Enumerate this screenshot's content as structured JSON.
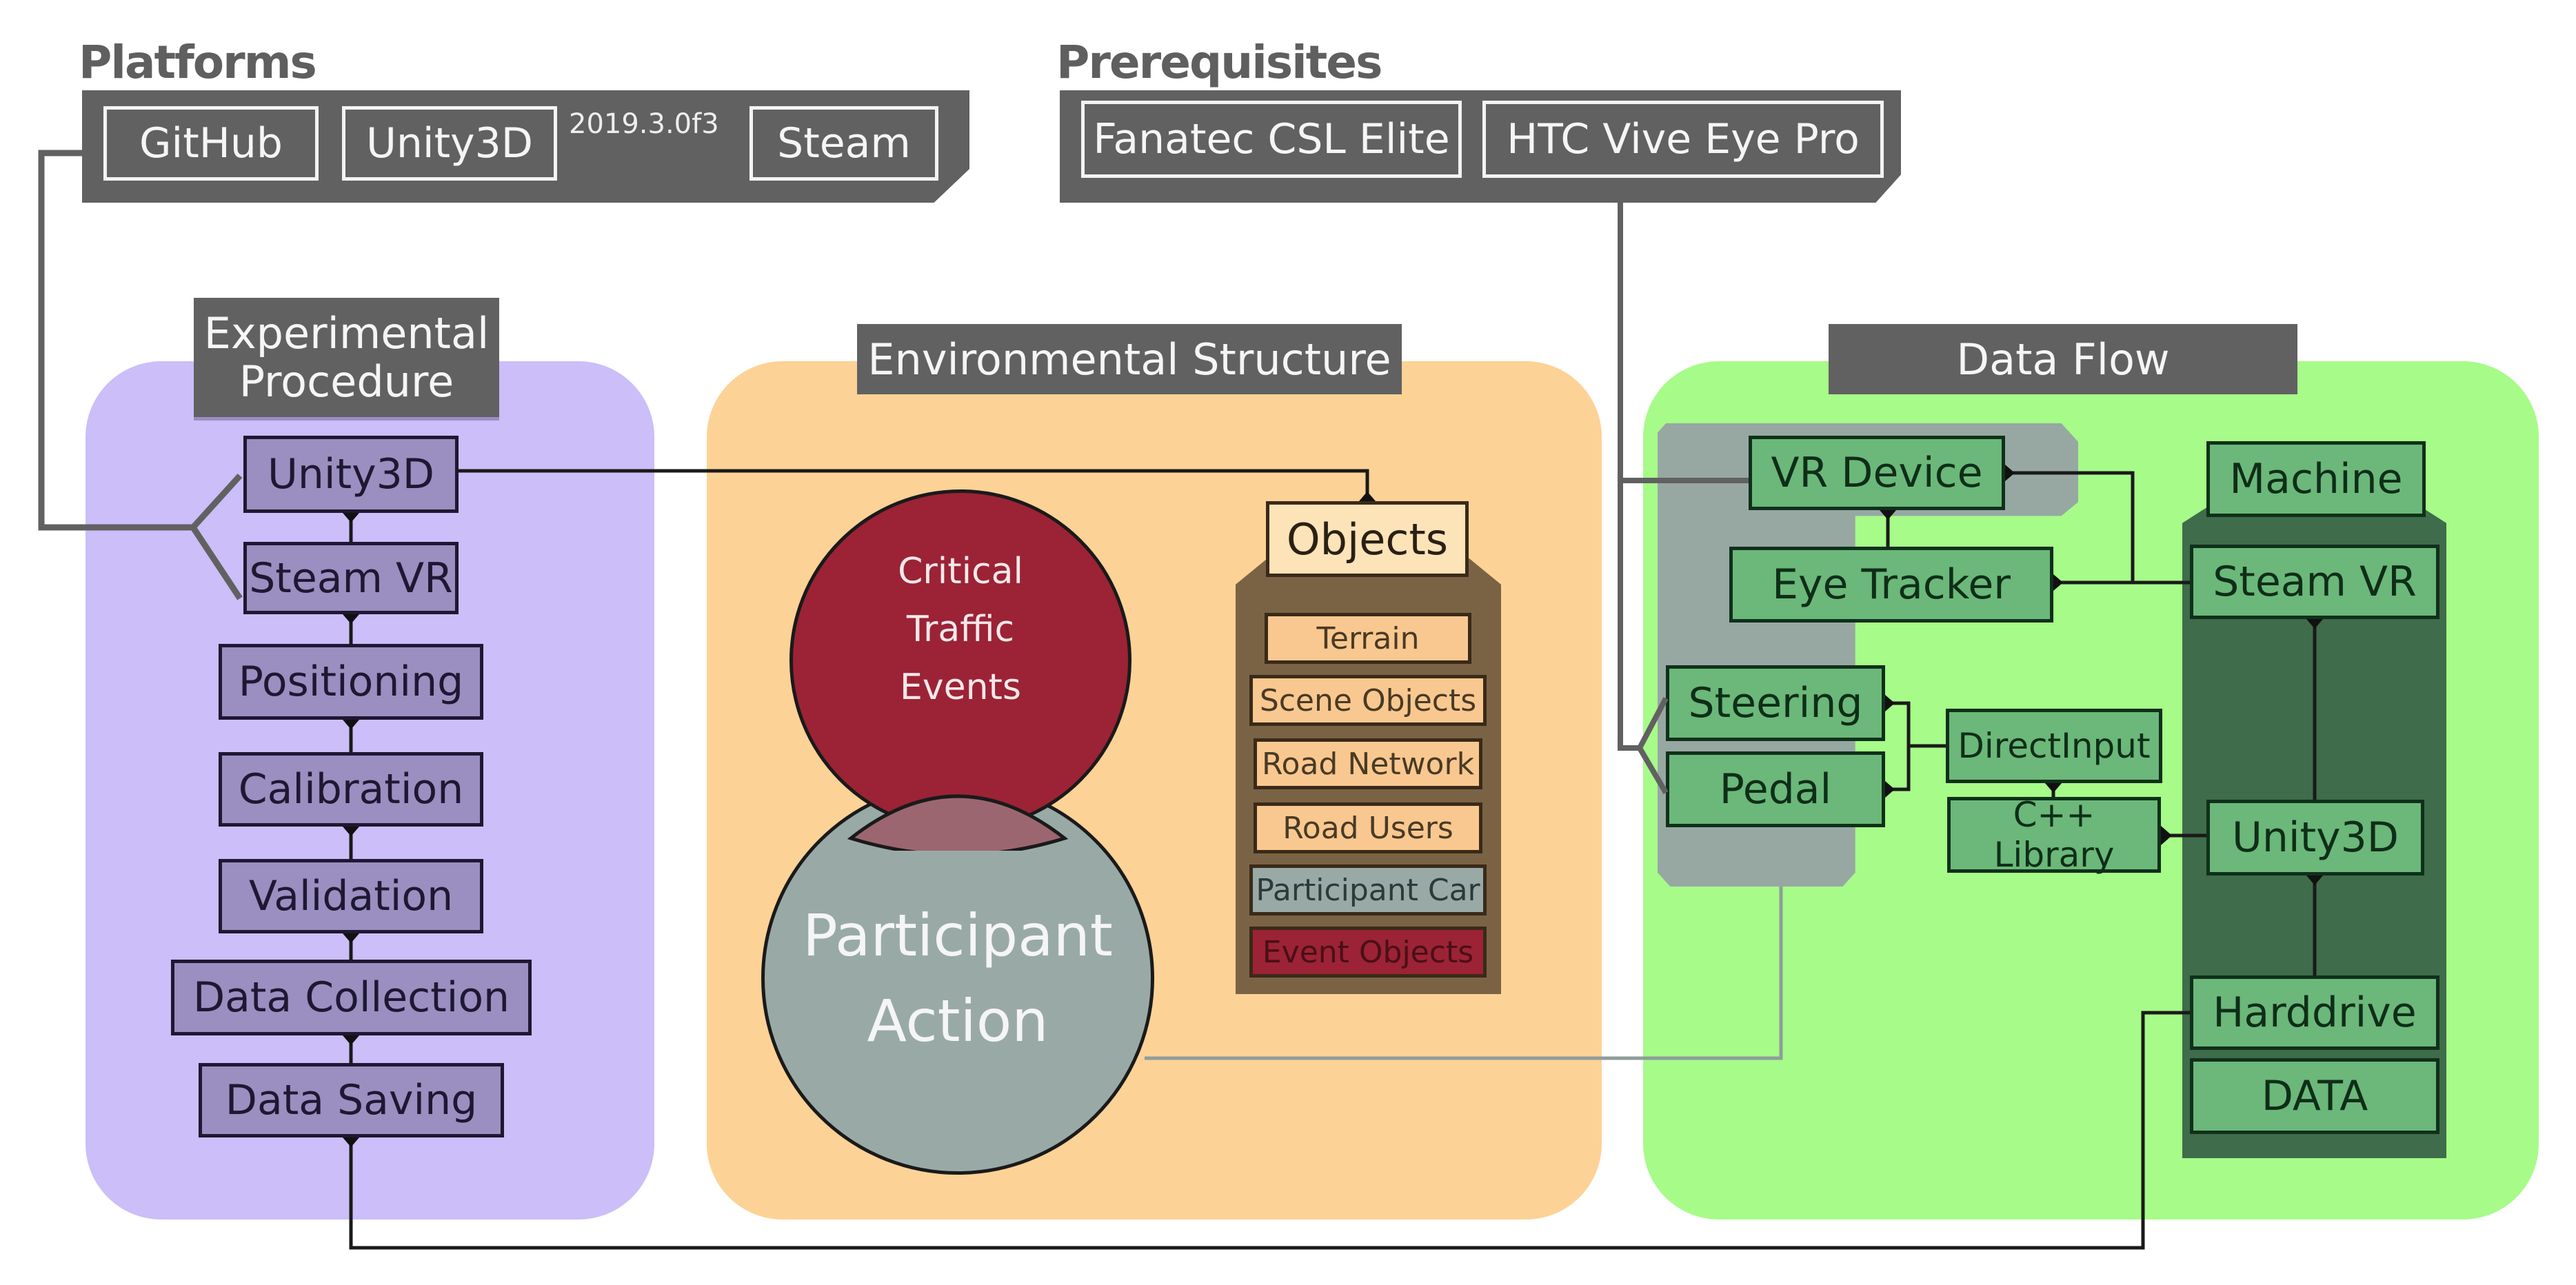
{
  "platforms": {
    "title": "Platforms",
    "items": [
      "GitHub",
      "Unity3D",
      "Steam"
    ],
    "unity_version": "2019.3.0f3"
  },
  "prerequisites": {
    "title": "Prerequisites",
    "items": [
      "Fanatec CSL Elite",
      "HTC Vive Eye Pro"
    ]
  },
  "experimental_procedure": {
    "title_line1": "Experimental",
    "title_line2": "Procedure",
    "steps": [
      "Unity3D",
      "Steam VR",
      "Positioning",
      "Calibration",
      "Validation",
      "Data Collection",
      "Data Saving"
    ]
  },
  "environmental_structure": {
    "title": "Environmental Structure",
    "critical_events": [
      "Critical",
      "Traffic",
      "Events"
    ],
    "participant_action": [
      "Participant",
      "Action"
    ],
    "objects_title": "Objects",
    "objects": [
      {
        "label": "Terrain",
        "color": "#f8c890"
      },
      {
        "label": "Scene Objects",
        "color": "#f8c890"
      },
      {
        "label": "Road Network",
        "color": "#f8c890"
      },
      {
        "label": "Road Users",
        "color": "#f8c890"
      },
      {
        "label": "Participant Car",
        "color": "#99aaa6"
      },
      {
        "label": "Event Objects",
        "color": "#9b2335"
      }
    ]
  },
  "data_flow": {
    "title": "Data Flow",
    "vr_device": "VR Device",
    "eye_tracker": "Eye Tracker",
    "steering": "Steering",
    "pedal": "Pedal",
    "direct_input": "DirectInput",
    "cpp_library": "C++ Library",
    "machine": {
      "title": "Machine",
      "items": [
        "Steam VR",
        "Unity3D",
        "Harddrive",
        "DATA"
      ]
    }
  },
  "colors": {
    "purple_panel": "#cbbef9",
    "orange_panel": "#fdd296",
    "green_panel": "#a7fb89",
    "critical_events": "#9b2335",
    "participant_action": "#99aaa6",
    "machine_dark": "#3f6c4a",
    "header_gray": "#616161"
  }
}
